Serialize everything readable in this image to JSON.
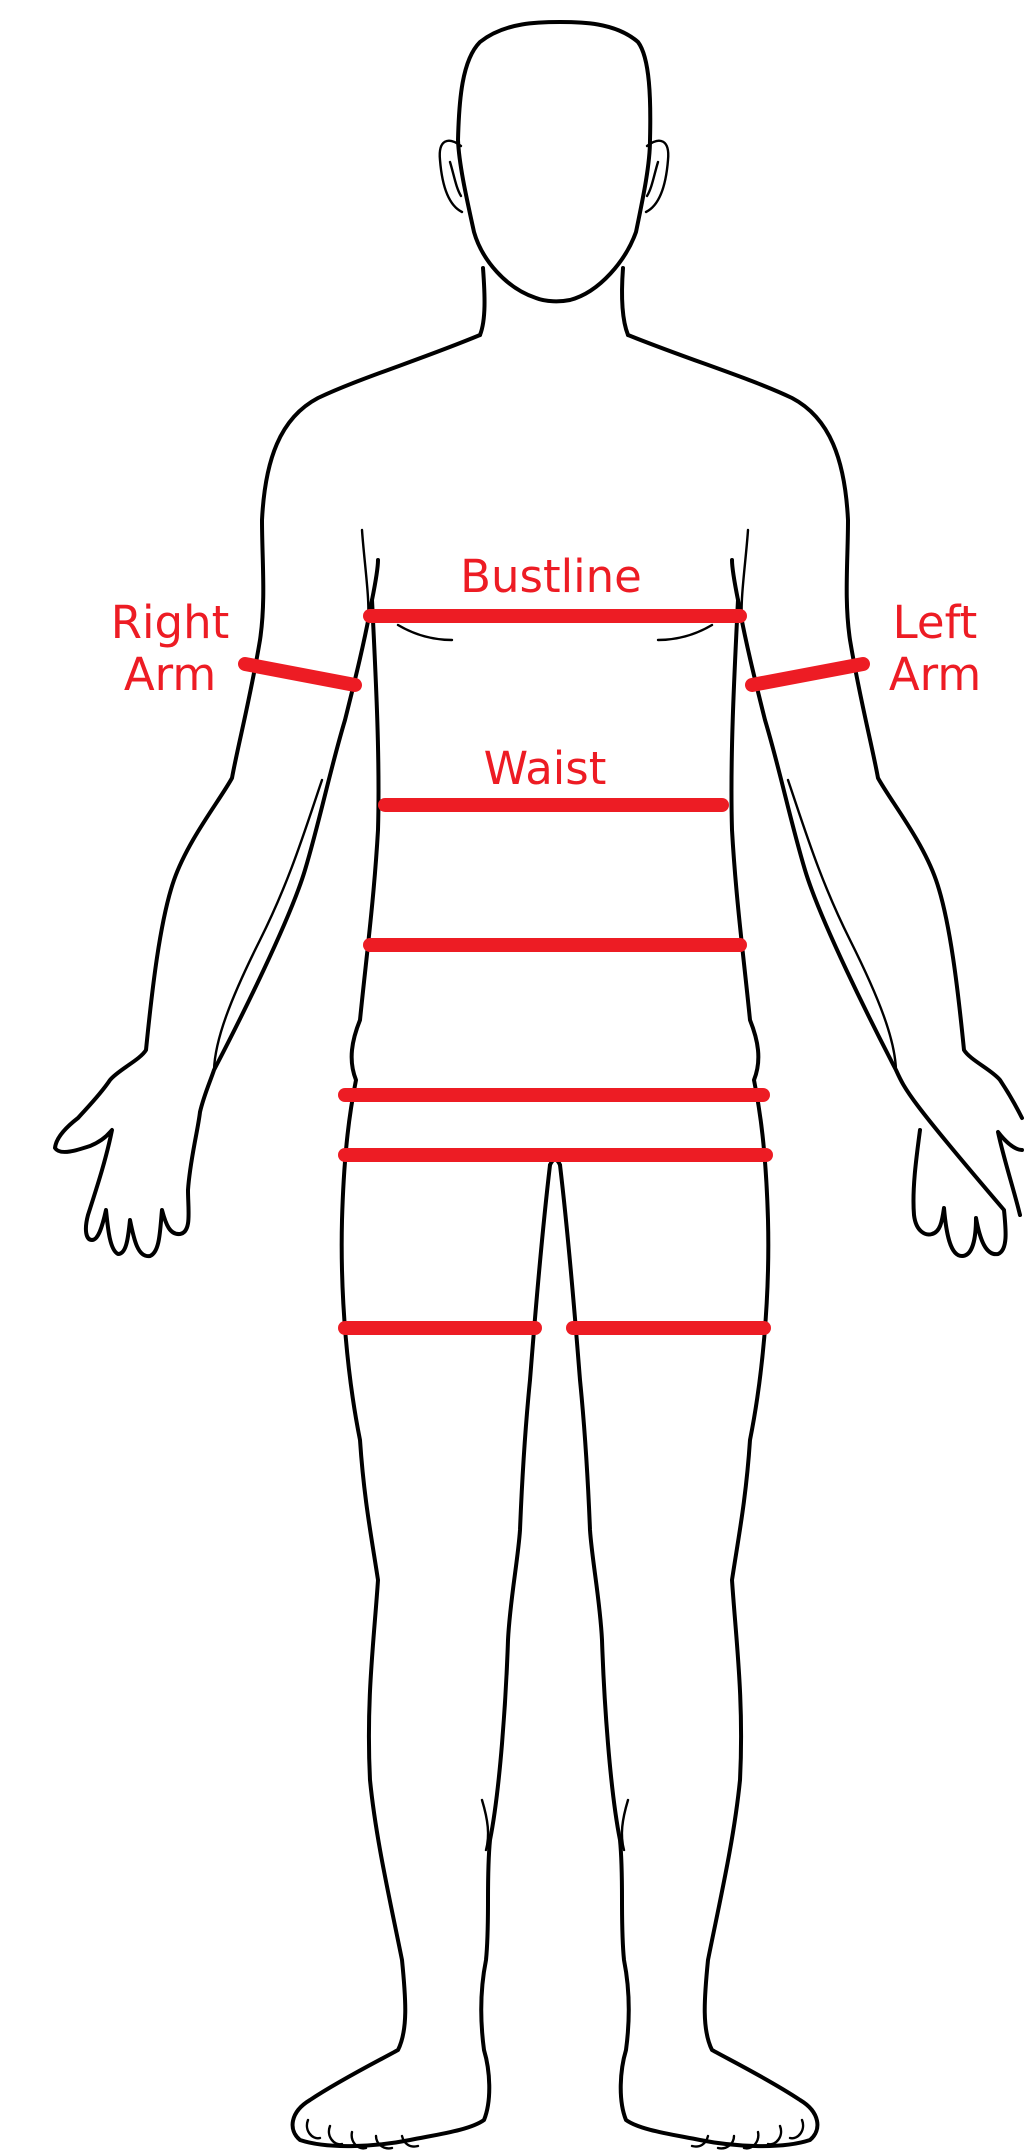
{
  "colors": {
    "measure": "#ED1C24",
    "outline": "#000000",
    "background": "#FFFFFF"
  },
  "labels": {
    "bustline": "Bustline",
    "waist": "Waist",
    "right_arm": [
      "Right",
      "Arm"
    ],
    "left_arm": [
      "Left",
      "Arm"
    ]
  }
}
